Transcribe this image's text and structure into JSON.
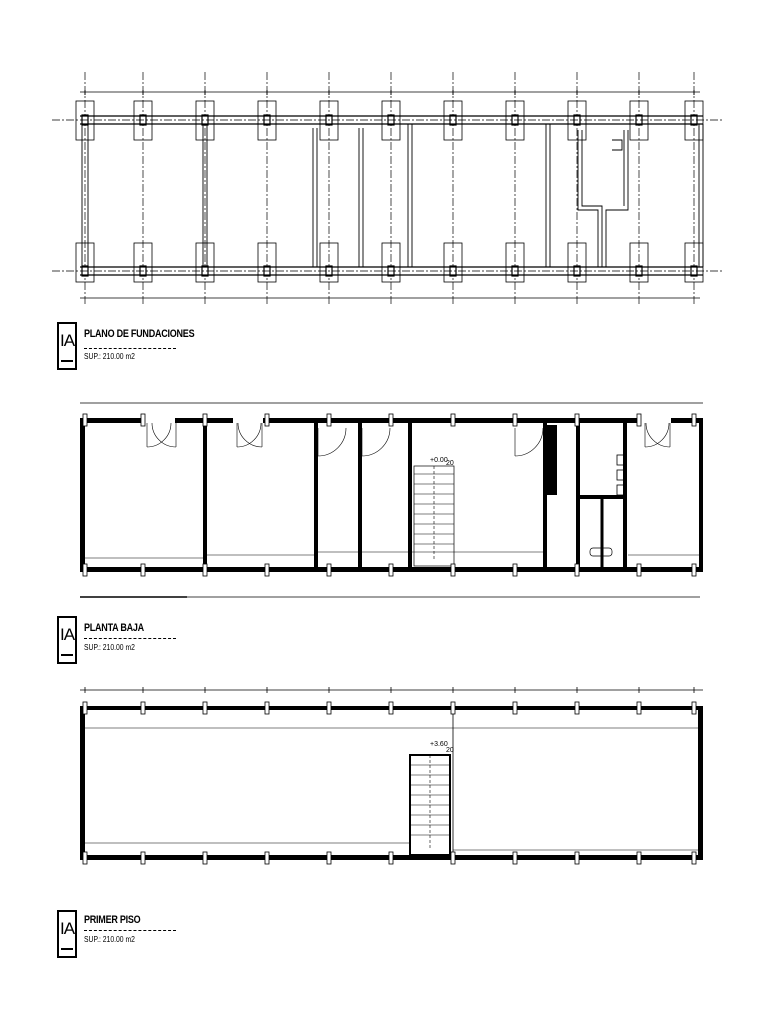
{
  "drawings": [
    {
      "title": "PLANO DE FUNDACIONES",
      "subtitle": "SUP.: 210.00 m2",
      "logo": "IA"
    },
    {
      "title": "PLANTA BAJA",
      "subtitle": "SUP.: 210.00 m2",
      "logo": "IA"
    },
    {
      "title": "PRIMER PISO",
      "subtitle": "SUP.: 210.00 m2",
      "logo": "IA"
    }
  ],
  "levels": {
    "ground": "+0.00",
    "first": "+3.60"
  },
  "stair": {
    "top_step": "20"
  },
  "colors": {
    "ink": "#000000",
    "paper": "#ffffff"
  }
}
